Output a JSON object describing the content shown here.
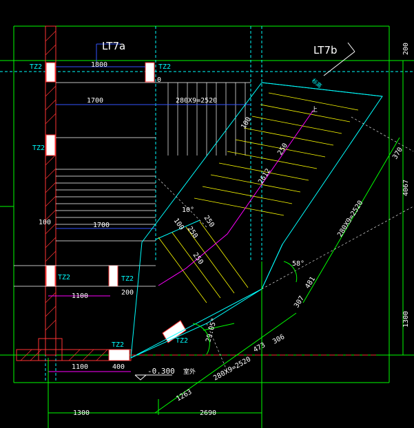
{
  "titles": {
    "left": "LT7a",
    "right": "LT7b"
  },
  "tz_label": "TZ2",
  "dims": {
    "top_1800": "1800",
    "top_0": "0",
    "width_1700_top": "1700",
    "steps_top": "280X9=2520",
    "left_100": "100",
    "width_1700_mid": "1700",
    "bottom_1100_a": "1100",
    "side_200": "200",
    "bottom_1100_b": "1100",
    "bottom_400": "400",
    "bottom_1300": "1300",
    "bottom_2690": "2690",
    "right_200": "200",
    "right_4067": "4067",
    "right_1300": "1300",
    "diag_steps_1": "280X9=2520",
    "diag_steps_2": "280X9=2520",
    "diag_1263": "1263",
    "diag_473": "473",
    "diag_306": "306",
    "diag_307": "307",
    "diag_481": "481",
    "diag_370": "370",
    "diag_100": "100",
    "diag_250a": "250",
    "diag_250b": "250",
    "diag_250c": "250",
    "diag_2612": "2612",
    "diag_100b": "100",
    "diag_250d": "250"
  },
  "angles": {
    "a10": "10°",
    "a58": "58°",
    "a2905": "29.05°"
  },
  "levels": {
    "elevation": "-0.300",
    "room": "室外"
  },
  "markers": {
    "up": "上",
    "ref": "标高"
  }
}
